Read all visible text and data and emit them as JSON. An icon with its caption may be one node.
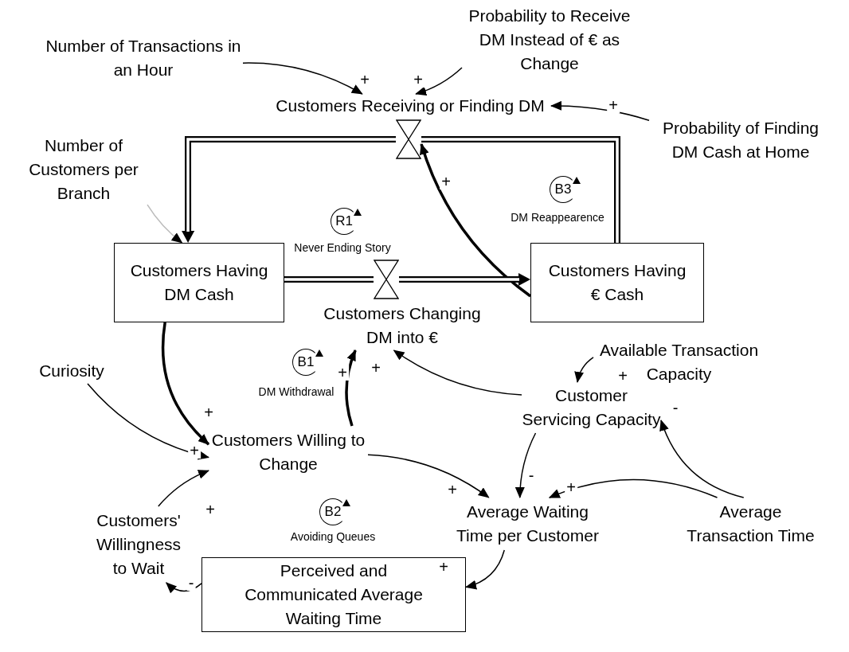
{
  "diagram": {
    "nodes": [
      {
        "text": [
          "Number of Transactions in an Hour"
        ]
      },
      {
        "text": [
          "Probability to Receive DM Instead of € as Change"
        ]
      },
      {
        "text": [
          "Customers Receiving or Finding DM"
        ]
      },
      {
        "text": [
          "Probability of Finding DM Cash at Home"
        ]
      },
      {
        "text": [
          "Number of Customers per Branch"
        ]
      },
      {
        "text": [
          "Customers Having DM Cash"
        ]
      },
      {
        "text": [
          "Customers Having € Cash"
        ]
      },
      {
        "text": [
          "Customers Changing DM into €"
        ]
      },
      {
        "text": [
          "Available Transaction Capacity"
        ]
      },
      {
        "text": [
          "Customer Servicing Capacity"
        ]
      },
      {
        "text": [
          "Curiosity"
        ]
      },
      {
        "text": [
          "Customers Willing to Change"
        ]
      },
      {
        "text": [
          "Average Waiting Time per Customer"
        ]
      },
      {
        "text": [
          "Average Transaction Time"
        ]
      },
      {
        "text": [
          "Customers' Willingness to Wait"
        ]
      },
      {
        "text": [
          "Perceived and Communicated Average Waiting Time"
        ]
      },
      {
        "text": [],
        "shape": "valve"
      },
      {
        "text": [],
        "shape": "valve"
      }
    ],
    "edges": [
      {
        "from": 0,
        "to": 2,
        "arrow": "to",
        "label": "+"
      },
      {
        "from": 1,
        "to": 2,
        "arrow": "to",
        "label": "+"
      },
      {
        "from": 3,
        "to": 2,
        "arrow": "to",
        "label": "+"
      },
      {
        "from": 6,
        "to": 16,
        "arrow": "none",
        "style": "thick"
      },
      {
        "from": 16,
        "to": 5,
        "arrow": "to",
        "style": "thick"
      },
      {
        "from": 4,
        "to": 5,
        "arrow": "to",
        "color": "#bbbbbb"
      },
      {
        "from": 6,
        "to": 16,
        "arrow": "to",
        "label": "+",
        "style": "thick"
      },
      {
        "from": 5,
        "to": 17,
        "arrow": "none",
        "style": "thick"
      },
      {
        "from": 17,
        "to": 6,
        "arrow": "to",
        "style": "thick"
      },
      {
        "from": 5,
        "to": 11,
        "arrow": "to",
        "label": "+",
        "style": "thick"
      },
      {
        "from": 11,
        "to": 7,
        "arrow": "to",
        "label": "+",
        "style": "thick"
      },
      {
        "from": 9,
        "to": 7,
        "arrow": "to",
        "label": "+"
      },
      {
        "from": 8,
        "to": 9,
        "arrow": "to",
        "label": "+"
      },
      {
        "from": 13,
        "to": 9,
        "arrow": "to",
        "label": "-"
      },
      {
        "from": 13,
        "to": 12,
        "arrow": "to",
        "label": "+"
      },
      {
        "from": 9,
        "to": 12,
        "arrow": "to",
        "label": "-"
      },
      {
        "from": 11,
        "to": 12,
        "arrow": "to",
        "label": "+"
      },
      {
        "from": 10,
        "to": 11,
        "arrow": "to",
        "label": "+"
      },
      {
        "from": 14,
        "to": 11,
        "arrow": "to",
        "label": "+"
      },
      {
        "from": 12,
        "to": 15,
        "arrow": "to",
        "label": "+"
      },
      {
        "from": 15,
        "to": 14,
        "arrow": "to",
        "label": "-"
      }
    ],
    "labels": [
      "R1",
      "Never Ending Story",
      "B3",
      "DM Reappearence",
      "B1",
      "DM Withdrawal",
      "B2",
      "Avoiding Queues"
    ]
  }
}
